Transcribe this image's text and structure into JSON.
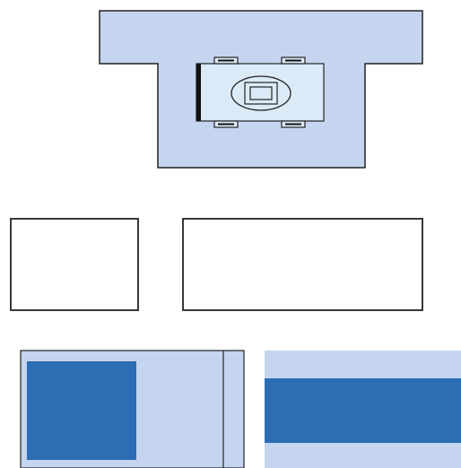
{
  "colors": {
    "background": "#ffffff",
    "light_blue_fill": "#c5d5f0",
    "pale_blue_fill": "#dbeaf7",
    "dark_blue_fill": "#2c6db4",
    "outline": "#222222",
    "thick_bar": "#111111"
  },
  "diagram": {
    "components": [
      "t-shaped-housing",
      "device-body",
      "mounting-clip",
      "oval-window",
      "inner-rectangle",
      "square-outline",
      "wide-rectangle-outline",
      "left-panel",
      "dark-square-block",
      "right-panel-strip",
      "dark-horizontal-band"
    ]
  }
}
